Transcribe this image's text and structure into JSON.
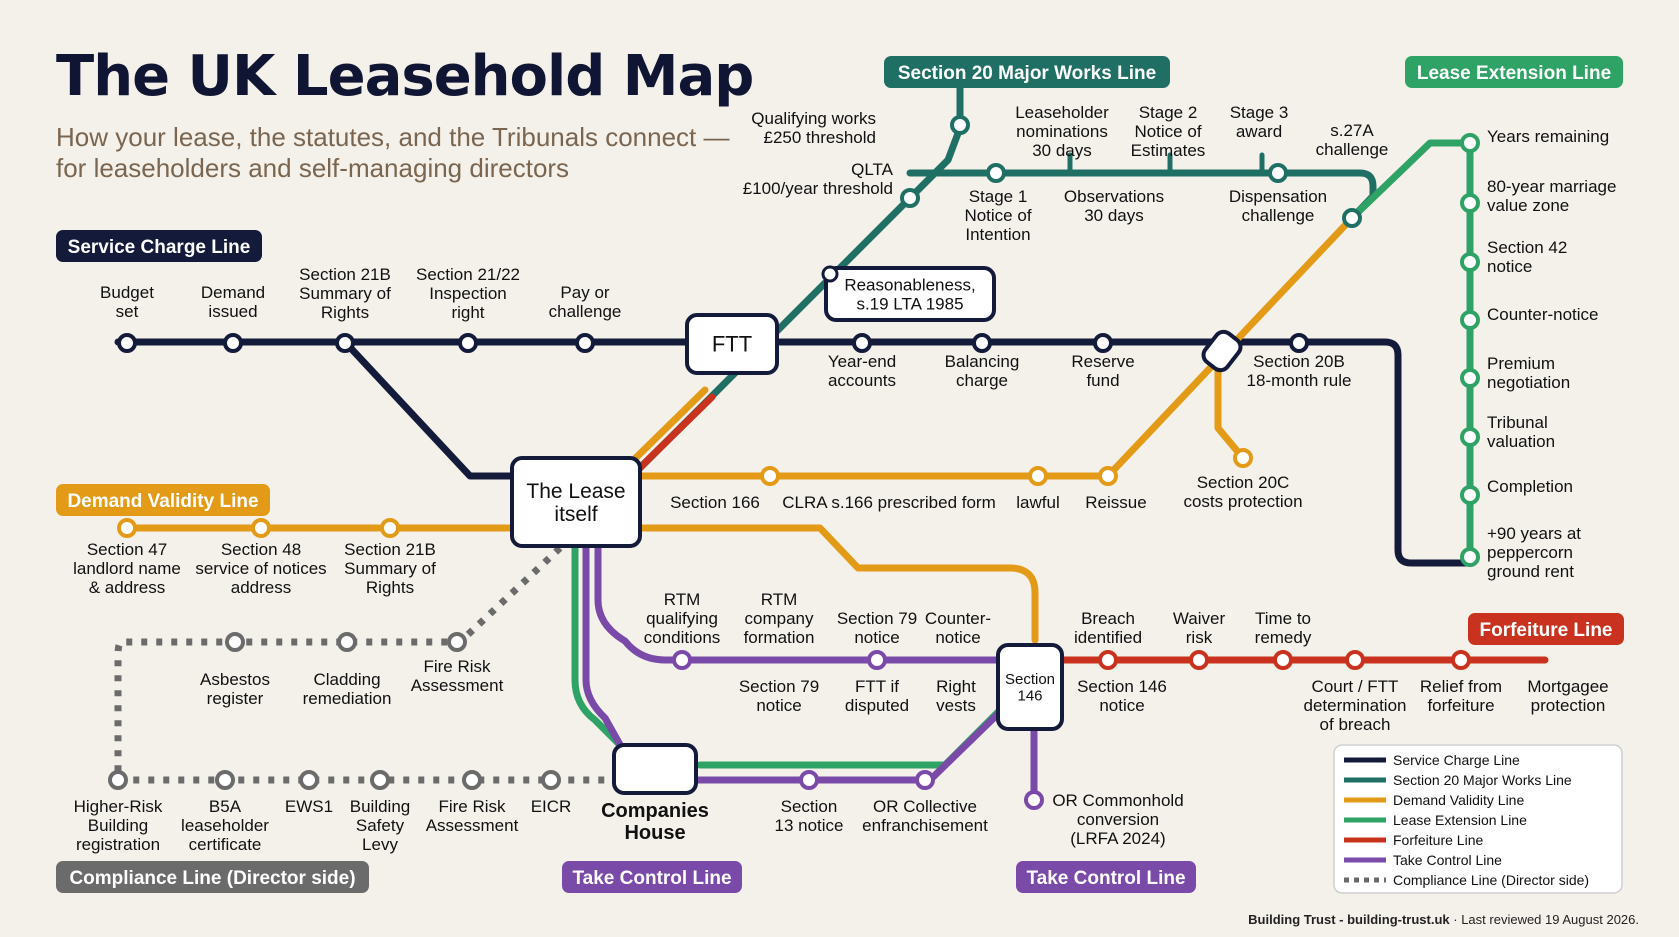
{
  "title": "The UK Leasehold Map",
  "subtitle": "How your lease, the statutes, and the Tribunals connect — for leaseholders and self-managing directors",
  "footer": {
    "brand": "Building Trust - building-trust.uk",
    "review": "· Last reviewed 19 August 2026."
  },
  "colors": {
    "service_charge": "#141b3a",
    "section20": "#1f6f65",
    "demand_validity": "#e39b17",
    "lease_extension": "#2fa266",
    "forfeiture": "#c8321e",
    "take_control": "#7a4aa8",
    "compliance": "#6b6b6b",
    "background": "#f4f1ea"
  },
  "line_tags": {
    "service_charge": "Service Charge Line",
    "section20": "Section 20 Major Works Line",
    "lease_extension": "Lease Extension Line",
    "demand_validity": "Demand Validity Line",
    "forfeiture": "Forfeiture Line",
    "take_control_left": "Take Control Line",
    "take_control_right": "Take Control Line",
    "compliance": "Compliance Line (Director side)"
  },
  "hubs": {
    "ftt": "FTT",
    "lease": "The Lease itself",
    "section146": "Section 146",
    "companies_house": "Companies House",
    "reasonableness": "Reasonableness, s.19 LTA 1985"
  },
  "stations": {
    "service_charge": [
      "Budget set",
      "Demand issued",
      "Section 21B Summary of Rights",
      "Section 21/22 Inspection right",
      "Pay or challenge",
      "Year-end accounts",
      "Balancing charge",
      "Reserve fund",
      "Section 20B 18-month rule"
    ],
    "section20": [
      "Qualifying works £250 threshold",
      "QLTA £100/year threshold",
      "Stage 1 Notice of Intention",
      "Leaseholder nominations 30 days",
      "Observations 30 days",
      "Stage 2 Notice of Estimates",
      "Stage 3 award",
      "Dispensation challenge",
      "s.27A challenge"
    ],
    "demand_validity": [
      "Section 47 landlord name & address",
      "Section 48 service of notices address",
      "Section 21B Summary of Rights",
      "Section 166",
      "CLRA s.166 prescribed form",
      "lawful",
      "Reissue",
      "Section 20C costs protection"
    ],
    "lease_extension": [
      "Years remaining",
      "80-year marriage value zone",
      "Section 42 notice",
      "Counter-notice",
      "Premium negotiation",
      "Tribunal valuation",
      "Completion",
      "+90 years at peppercorn ground rent"
    ],
    "forfeiture": [
      "Breach identified",
      "Section 146 notice",
      "Waiver risk",
      "Time to remedy",
      "Court / FTT determination of breach",
      "Relief from forfeiture",
      "Mortgagee protection"
    ],
    "take_control": [
      "RTM qualifying conditions",
      "RTM company formation",
      "Section 79 notice",
      "Section 79 notice",
      "FTT if disputed",
      "Counter-notice",
      "Right vests",
      "Section 13 notice",
      "OR Collective enfranchisement",
      "OR Commonhold conversion (LRFA 2024)"
    ],
    "compliance": [
      "Asbestos register",
      "Cladding remediation",
      "Fire Risk Assessment",
      "Higher-Risk Building registration",
      "B5A leaseholder certificate",
      "EWS1",
      "Building Safety Levy",
      "Fire Risk Assessment",
      "EICR"
    ]
  },
  "legend": [
    {
      "label": "Service Charge Line",
      "color": "#141b3a",
      "dashed": false
    },
    {
      "label": "Section 20 Major Works Line",
      "color": "#1f6f65",
      "dashed": false
    },
    {
      "label": "Demand Validity Line",
      "color": "#e39b17",
      "dashed": false
    },
    {
      "label": "Lease Extension Line",
      "color": "#2fa266",
      "dashed": false
    },
    {
      "label": "Forfeiture Line",
      "color": "#c8321e",
      "dashed": false
    },
    {
      "label": "Take Control Line",
      "color": "#7a4aa8",
      "dashed": false
    },
    {
      "label": "Compliance Line (Director side)",
      "color": "#6b6b6b",
      "dashed": true
    }
  ]
}
